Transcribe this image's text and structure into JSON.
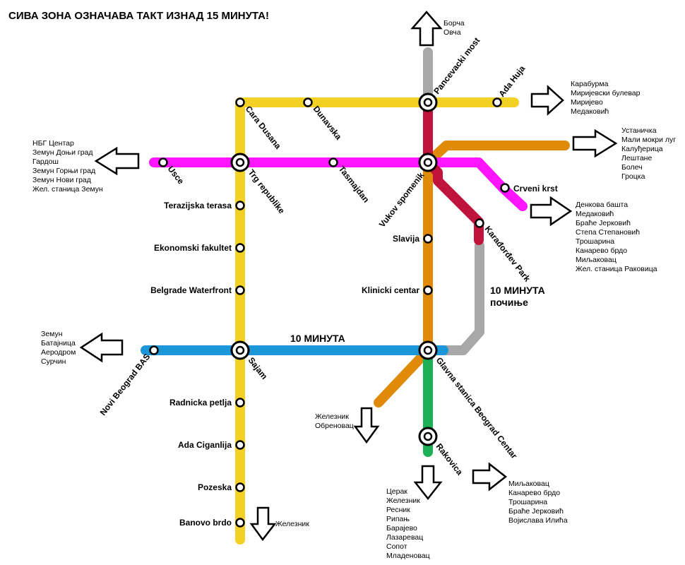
{
  "title": "СИВА ЗОНА ОЗНАЧАВА ТАКТ ИЗНАД 15 МИНУТА!",
  "colors": {
    "yellow": "#f2d024",
    "magenta": "#ff14ff",
    "blue": "#1b96d8",
    "orange": "#e08a0a",
    "crimson": "#c0143c",
    "gray": "#a8a8a8",
    "green": "#1db056"
  },
  "stations": {
    "cara_dusana": "Cara Dusana",
    "dunavska": "Dunavska",
    "pancevacki_most": "Pancevacki most",
    "ada_huja": "Ada Huja",
    "usce": "Usce",
    "trg_republike": "Trg republike",
    "tasmajdan": "Tasmajdan",
    "vukov_spomenik": "Vukov spomenik",
    "crveni_krst": "Crveni krst",
    "terazijska_terasa": "Terazijska terasa",
    "ekonomski_fakultet": "Ekonomski fakultet",
    "belgrade_waterfront": "Belgrade Waterfront",
    "slavija": "Slavija",
    "klinicki_centar": "Klinicki centar",
    "karadjordjev_park": "Karađorđev Park",
    "novi_beograd": "Novi Beograd BAS",
    "sajam": "Sajam",
    "glavna_stanica": "Glavna stanica Beograd Centar",
    "radnicka_petlja": "Radnicka petlja",
    "ada_ciganlija": "Ada Ciganlija",
    "pozeska": "Pozeska",
    "banovo_brdo": "Banovo brdo",
    "rakovica": "Rakovica"
  },
  "notes": {
    "ten_min": "10 МИНУТА",
    "ten_min_starts_1": "10 МИНУТА",
    "ten_min_starts_2": "почиње"
  },
  "destinations": {
    "north": [
      "Борча",
      "Овча"
    ],
    "east_top": [
      "Карабурма",
      "Миријевски булевар",
      "Миријево",
      "Медаковић"
    ],
    "east_mid": [
      "Устаничка",
      "Мали мокри луг",
      "Калуђерица",
      "Лештане",
      "Болеч",
      "Гроцка"
    ],
    "east_low": [
      "Денкова башта",
      "Медаковић",
      "Браће Јерковић",
      "Степа Степановић",
      "Трошарина",
      "Канарево брдо",
      "Миљаковац",
      "Жел. станица Раковица"
    ],
    "west_top": [
      "НБГ Центар",
      "Земун Доњи град",
      "Гардош",
      "Земун Горњи град",
      "Земун Нови град",
      "Жел. станица Земун"
    ],
    "west_low": [
      "Земун",
      "Батајница",
      "Аеродром",
      "Сурчин"
    ],
    "obrenovac": [
      "Железник",
      "Обреновац"
    ],
    "zeleznik": [
      "Железник"
    ],
    "south": [
      "Церак",
      "Железник",
      "Ресник",
      "Рипањ",
      "Барајево",
      "Лазаревац",
      "Сопот",
      "Младеновац"
    ],
    "southeast": [
      "Миљаковац",
      "Канарево брдо",
      "Трошарина",
      "Браће Јерковић",
      "Војислава Илића"
    ]
  }
}
